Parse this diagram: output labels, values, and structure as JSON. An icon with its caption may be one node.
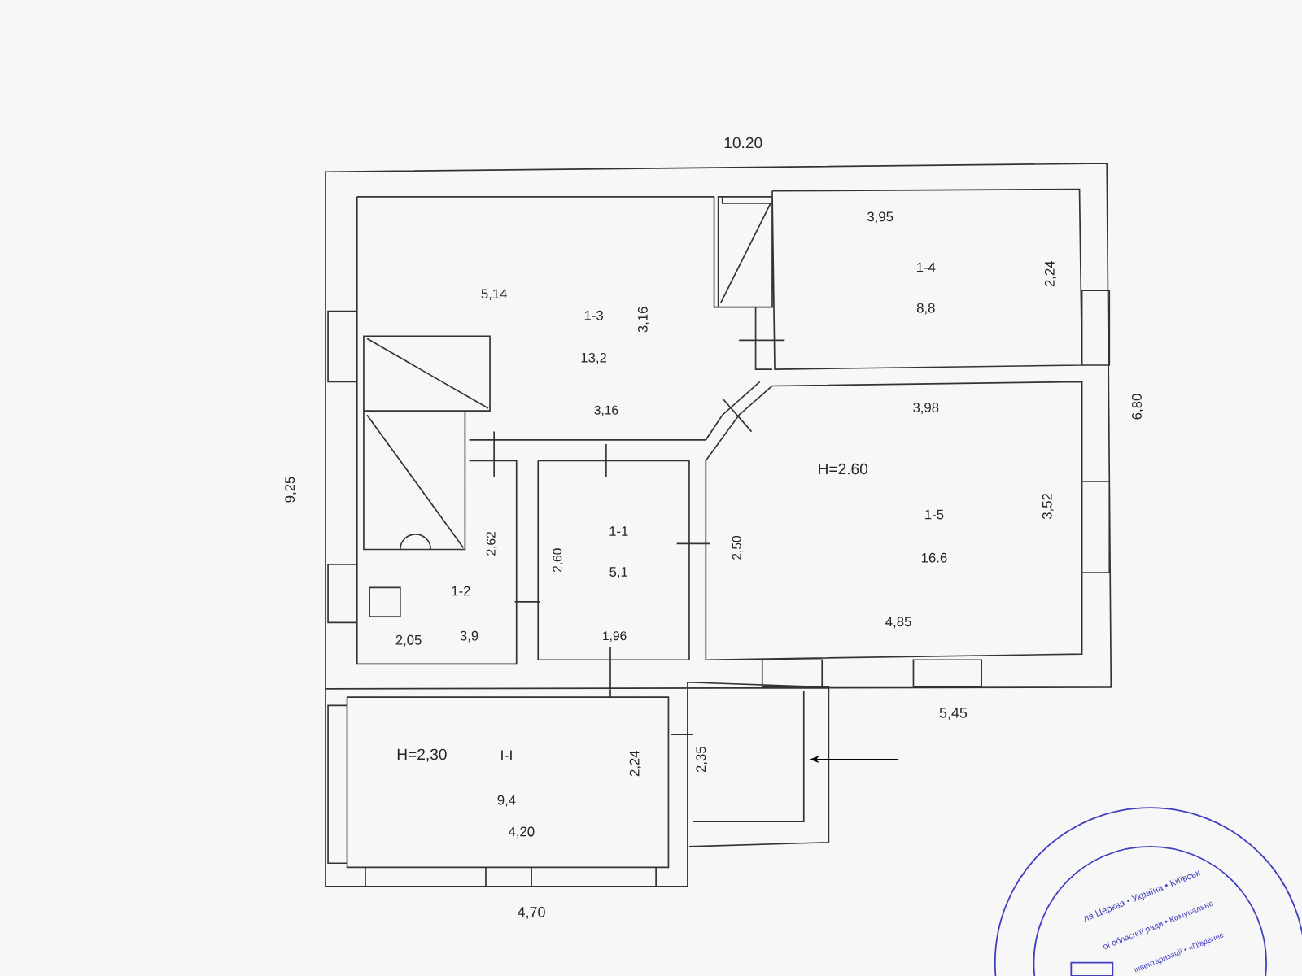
{
  "diagram": {
    "labels": [
      "10.20",
      "3,95",
      "1-4",
      "8,8",
      "2,24",
      "5,14",
      "1-3",
      "13,2",
      "3,16",
      "9,25",
      "6,80",
      "3,16",
      "3,98",
      "H=2.60",
      "1-5",
      "16.6",
      "3,52",
      "2,62",
      "2,60",
      "1-1",
      "5,1",
      "2,50",
      "1-2",
      "2,05",
      "3,9",
      "1,96",
      "4,85",
      "5,45",
      "H=2,30",
      "I-I",
      "9,4",
      "2,24",
      "2,35",
      "4,20",
      "4,70",
      "ла Церква • Україна • Київськ",
      "ої обласної ради • Комунальне",
      "інвентаризації • «Південне"
    ]
  }
}
